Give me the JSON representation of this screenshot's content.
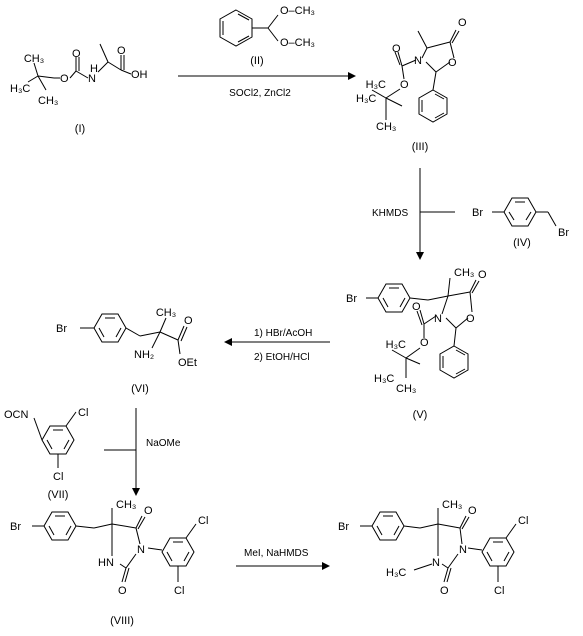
{
  "compounds": {
    "I": "(I)",
    "II": "(II)",
    "III": "(III)",
    "IV": "(IV)",
    "V": "(V)",
    "VI": "(VI)",
    "VII": "(VII)",
    "VIII": "(VIII)"
  },
  "conditions": {
    "step1": "SOCl2, ZnCl2",
    "step2": "KHMDS",
    "step3a": "1) HBr/AcOH",
    "step3b": "2) EtOH/HCl",
    "step4": "NaOMe",
    "step5": "MeI,  NaHMDS"
  },
  "atoms": {
    "O": "O",
    "OH": "OH",
    "H": "H",
    "N": "N",
    "HN": "HN",
    "Br": "Br",
    "Cl": "Cl",
    "OCN": "OCN",
    "NH2": "NH₂",
    "OEt": "OEt",
    "CH3": "CH₃",
    "H3C": "H₃C",
    "O_CH3": "O–CH₃"
  }
}
